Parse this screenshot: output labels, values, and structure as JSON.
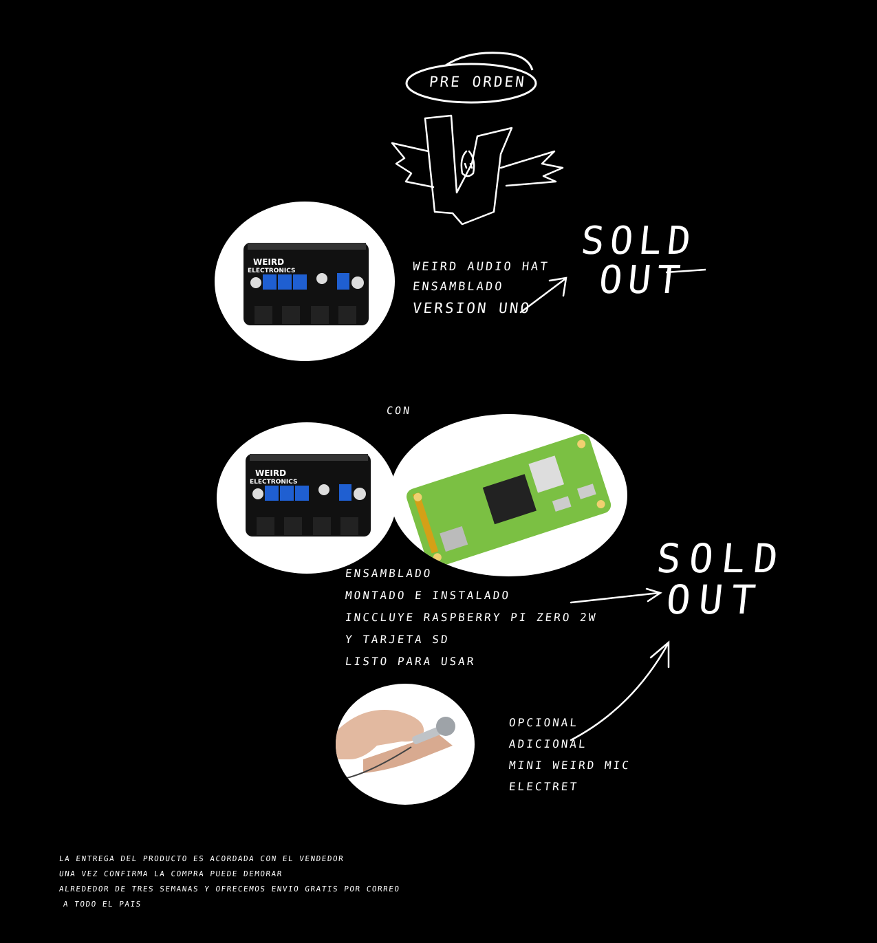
{
  "header": {
    "badge_label": "PRE ORDEN",
    "logo_icon": "weird-angel-logo-icon"
  },
  "product_one": {
    "image_icon": "audio-hat-board-icon",
    "lines": [
      "WEIRD AUDIO HAT",
      "ENSAMBLADO",
      "VERSION UNO"
    ],
    "status": [
      "SOLD",
      "OUT"
    ]
  },
  "connector": {
    "label": "CON"
  },
  "product_two": {
    "image_icons": [
      "audio-hat-board-icon",
      "raspberry-pi-zero-icon"
    ],
    "lines": [
      "ENSAMBLADO",
      "MONTADO E INSTALADO",
      "INCCLUYE RASPBERRY PI ZERO 2W",
      "Y TARJETA SD",
      "LISTO PARA USAR"
    ],
    "status": [
      "SOLD",
      "OUT"
    ]
  },
  "product_three": {
    "image_icon": "mini-mic-hand-icon",
    "lines": [
      "OPCIONAL",
      "ADICIONAL",
      "MINI WEIRD MIC",
      "ELECTRET"
    ]
  },
  "footer": {
    "lines": [
      "LA ENTREGA DEL PRODUCTO ES ACORDADA CON EL VENDEDOR",
      "UNA VEZ CONFIRMA LA COMPRA PUEDE DEMORAR",
      "ALREDEDOR DE TRES SEMANAS Y OFRECEMOS ENVIO GRATIS POR CORREO",
      "A TODO EL PAIS"
    ]
  },
  "colors": {
    "background": "#000000",
    "ink": "#ffffff",
    "board": "#111111",
    "pot_blue": "#1f5fd1",
    "pi_green": "#7bc043"
  }
}
